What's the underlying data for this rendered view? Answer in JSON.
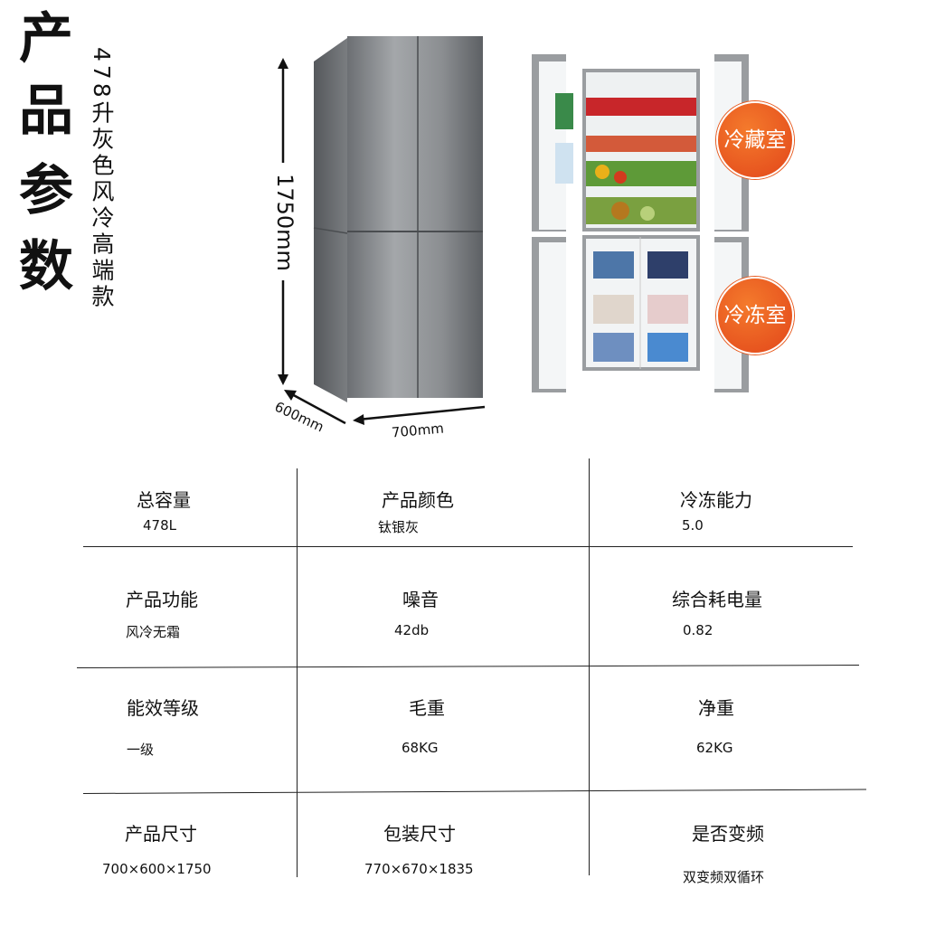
{
  "title_chars": [
    "产",
    "品",
    "参",
    "数"
  ],
  "subtitle": "478升灰色风冷高端款",
  "dimensions": {
    "height": "1750mm",
    "depth": "600mm",
    "width": "700mm"
  },
  "badges": {
    "fridge": "冷藏室",
    "freezer": "冷冻室"
  },
  "specs": [
    {
      "label": "总容量",
      "value": "478L"
    },
    {
      "label": "产品颜色",
      "value": "钛银灰"
    },
    {
      "label": "冷冻能力",
      "value": "5.0"
    },
    {
      "label": "产品功能",
      "value": "风冷无霜"
    },
    {
      "label": "噪音",
      "value": "42db"
    },
    {
      "label": "综合耗电量",
      "value": "0.82"
    },
    {
      "label": "能效等级",
      "value": "一级"
    },
    {
      "label": "毛重",
      "value": "68KG"
    },
    {
      "label": "净重",
      "value": "62KG"
    },
    {
      "label": "产品尺寸",
      "value": "700×600×1750"
    },
    {
      "label": "包装尺寸",
      "value": "770×670×1835"
    },
    {
      "label": "是否变频",
      "value": "双变频双循环"
    }
  ],
  "colors": {
    "badge": "#e8521a",
    "steel": "#8a8d90"
  }
}
